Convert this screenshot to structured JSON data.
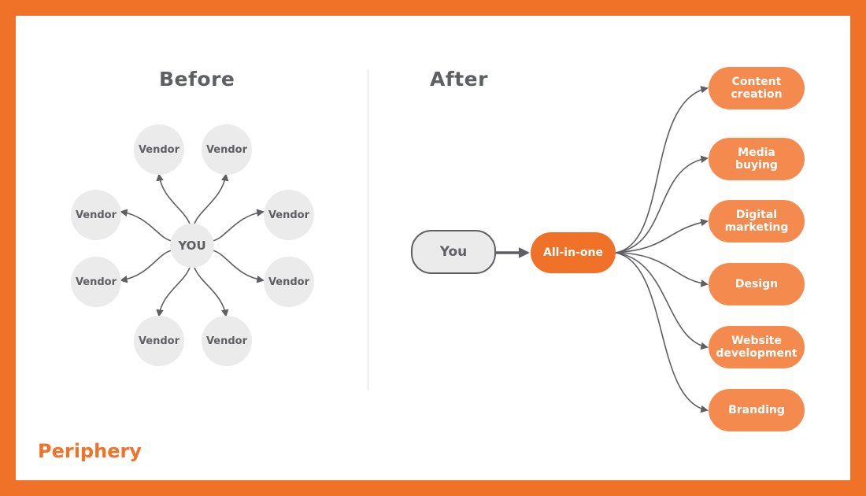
{
  "before": {
    "heading": "Before",
    "center": "YOU",
    "vendors": [
      "Vendor",
      "Vendor",
      "Vendor",
      "Vendor",
      "Vendor",
      "Vendor",
      "Vendor",
      "Vendor"
    ]
  },
  "after": {
    "heading": "After",
    "you": "You",
    "hub": "All-in-one",
    "services": [
      "Content\ncreation",
      "Media\nbuying",
      "Digital\nmarketing",
      "Design",
      "Website\ndevelopment",
      "Branding"
    ]
  },
  "brand": {
    "logo": "Periphery"
  },
  "colors": {
    "frame": "#f07228",
    "hub": "#f07228",
    "service": "#f48a4d",
    "node": "#ebebeb",
    "text": "#5e5f62"
  }
}
